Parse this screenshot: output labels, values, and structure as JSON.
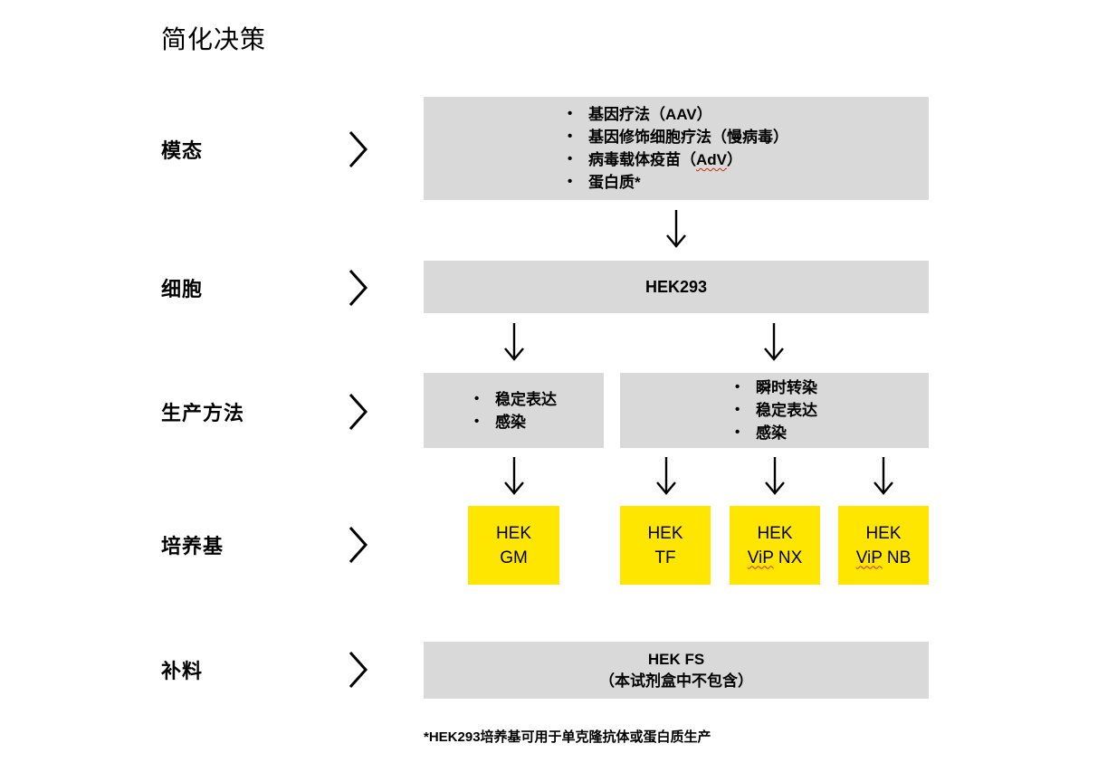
{
  "title": "简化决策",
  "colors": {
    "box_gray": "#d9d9d9",
    "highlight_yellow": "#ffe600",
    "squiggle_red": "#cc2a00",
    "text": "#000000",
    "background": "#ffffff"
  },
  "rows": {
    "modality": {
      "label": "模态"
    },
    "cells": {
      "label": "细胞"
    },
    "production": {
      "label": "生产方法"
    },
    "medium": {
      "label": "培养基"
    },
    "feed": {
      "label": "补料"
    }
  },
  "modality_box": {
    "items": [
      {
        "text": "基因疗法（AAV）"
      },
      {
        "text": "基因修饰细胞疗法（慢病毒）"
      },
      {
        "pre": "病毒载体疫苗（",
        "mark": "AdV",
        "post": "）"
      },
      {
        "text": "蛋白质*"
      }
    ]
  },
  "cell_box": {
    "label": "HEK293"
  },
  "production_boxes": {
    "left": {
      "items": [
        "稳定表达",
        "感染"
      ]
    },
    "right": {
      "items": [
        "瞬时转染",
        "稳定表达",
        "感染"
      ]
    }
  },
  "medium_boxes": [
    {
      "line1": "HEK",
      "line2": "GM"
    },
    {
      "line1": "HEK",
      "line2": "TF"
    },
    {
      "line1": "HEK",
      "line2_mark": "ViP",
      "line2_rest": " NX"
    },
    {
      "line1": "HEK",
      "line2_mark": "ViP",
      "line2_rest": " NB"
    }
  ],
  "feed_box": {
    "line1": "HEK FS",
    "line2": "（本试剂盒中不包含）"
  },
  "footnote": "*HEK293培养基可用于单克隆抗体或蛋白质生产"
}
